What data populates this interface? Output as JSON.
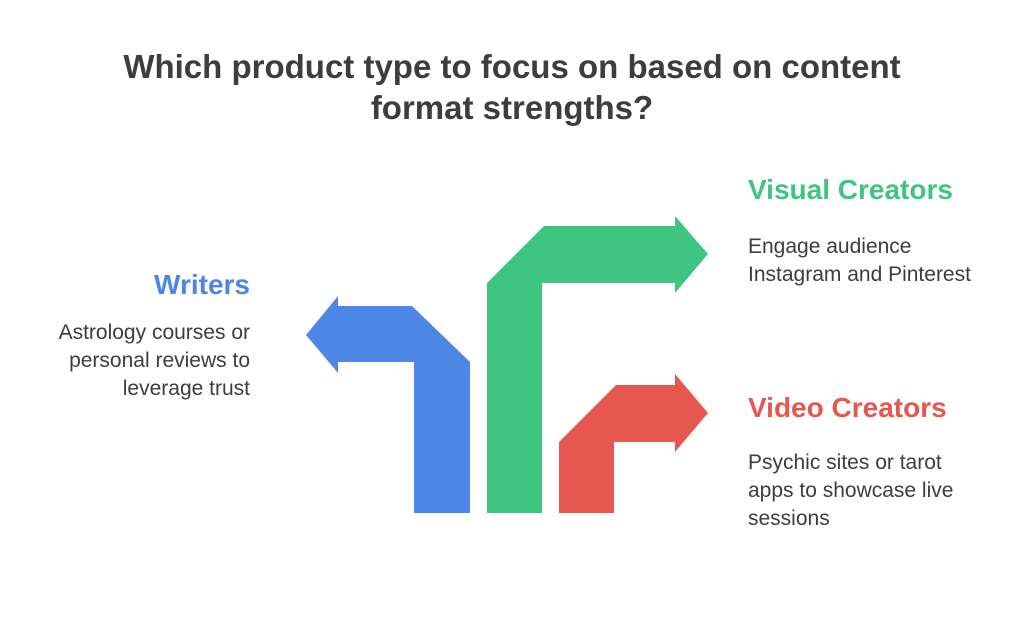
{
  "title": {
    "line1": "Which product type to focus on based on content",
    "line2": "format strengths?"
  },
  "colors": {
    "writers": "#4d87e6",
    "visual": "#3fc582",
    "video": "#e5574f",
    "text": "#3d3d3d"
  },
  "items": [
    {
      "heading": "Writers",
      "desc_lines": [
        "Astrology courses or",
        "personal reviews to",
        "leverage trust"
      ]
    },
    {
      "heading": "Visual Creators",
      "desc_lines": [
        "Engage audience",
        "Instagram and Pinterest"
      ]
    },
    {
      "heading": "Video Creators",
      "desc_lines": [
        "Psychic sites or tarot",
        "apps to showcase live",
        "sessions"
      ]
    }
  ]
}
